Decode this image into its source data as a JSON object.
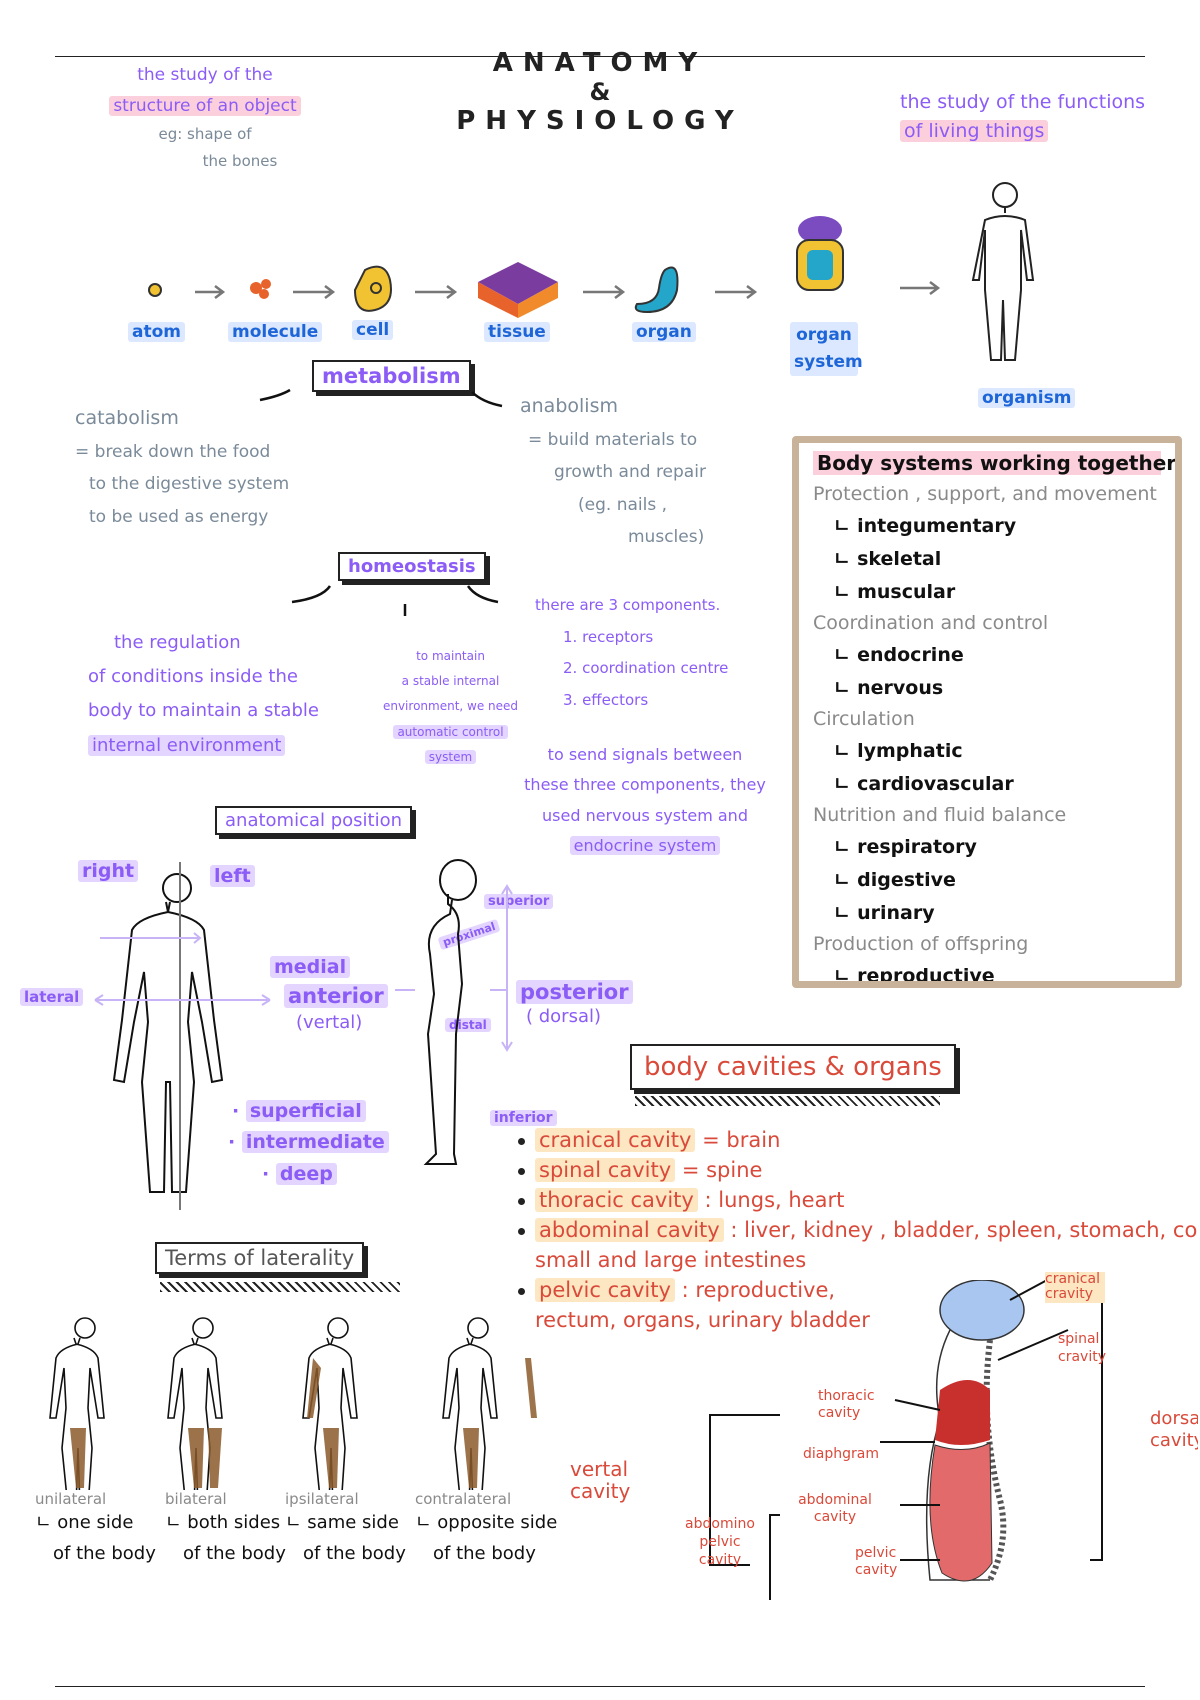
{
  "title": {
    "line1": "ANATOMY",
    "amp": "&",
    "line2": "PHYSIOLOGY"
  },
  "anatomy_def": {
    "l1": "the study of the",
    "l2": "structure of an object",
    "l3": "eg: shape of",
    "l4": "the bones"
  },
  "physiology_def": {
    "l1": "the study of the functions",
    "l2": "of living things"
  },
  "levels": [
    "atom",
    "molecule",
    "cell",
    "tissue",
    "organ",
    "organ system",
    "organism"
  ],
  "metabolism": {
    "title": "metabolism",
    "catabolism": {
      "label": "catabolism",
      "l1": "= break down the food",
      "l2": "to the digestive system",
      "l3": "to be used as energy"
    },
    "anabolism": {
      "label": "anabolism",
      "l1": "= build materials to",
      "l2": "growth and repair",
      "l3": "(eg. nails ,",
      "l4": "muscles)"
    }
  },
  "homeostasis": {
    "title": "homeostasis",
    "def": {
      "l1": "the regulation",
      "l2": "of conditions inside the",
      "l3": "body to maintain a stable",
      "l4": "internal environment"
    },
    "mid": {
      "l1": "to maintain",
      "l2": "a stable internal",
      "l3": "environment, we need",
      "l4": "automatic control",
      "l5": "system"
    },
    "components": {
      "intro": "there are 3 components.",
      "c1": "1. receptors",
      "c2": "2. coordination centre",
      "c3": "3. effectors"
    },
    "signals": {
      "l1": "to send signals between",
      "l2": "these three components, they",
      "l3": "used nervous system and",
      "l4": "endocrine system"
    }
  },
  "body_systems": {
    "title": "Body systems working together",
    "groups": [
      {
        "name": "Protection , support, and movement",
        "items": [
          "integumentary",
          "skeletal",
          "muscular"
        ]
      },
      {
        "name": "Coordination and control",
        "items": [
          "endocrine",
          "nervous"
        ]
      },
      {
        "name": "Circulation",
        "items": [
          "lymphatic",
          "cardiovascular"
        ]
      },
      {
        "name": "Nutrition and fluid balance",
        "items": [
          "respiratory",
          "digestive",
          "urinary"
        ]
      },
      {
        "name": "Production of offspring",
        "items": [
          "reproductive"
        ]
      }
    ]
  },
  "anatomical_position": {
    "title": "anatomical position",
    "right": "right",
    "left": "left",
    "lateral": "lateral",
    "medial": "medial",
    "anterior": "anterior",
    "ventral": "(vertal)",
    "posterior": "posterior",
    "dorsal": "( dorsal)",
    "superior": "superior",
    "inferior": "inferior",
    "proximal": "proximal",
    "distal": "distal",
    "superficial": "superficial",
    "intermediate": "intermediate",
    "deep": "deep"
  },
  "laterality": {
    "title": "Terms of laterality",
    "terms": [
      {
        "label": "unilateral",
        "d1": "one side",
        "d2": "of the body"
      },
      {
        "label": "bilateral",
        "d1": "both sides",
        "d2": "of the body"
      },
      {
        "label": "ipsilateral",
        "d1": "same side",
        "d2": "of the body"
      },
      {
        "label": "contralateral",
        "d1": "opposite side",
        "d2": "of the body"
      }
    ]
  },
  "cavities": {
    "title": "body cavities & organs",
    "items": [
      {
        "name": "cranical cavity",
        "organs": "= brain"
      },
      {
        "name": "spinal cavity",
        "organs": "= spine"
      },
      {
        "name": "thoracic cavity",
        "organs": ": lungs, heart"
      },
      {
        "name": "abdominal cavity",
        "organs": ": liver, kidney , bladder, spleen, stomach, colon"
      },
      {
        "name": "",
        "organs": "small and large intestines"
      },
      {
        "name": "pelvic cavity",
        "organs": ": reproductive,"
      },
      {
        "name": "",
        "organs": "rectum, organs, urinary bladder"
      }
    ],
    "diagram": {
      "cranial": "cranical cravity",
      "spinal": "spinal cravity",
      "thoracic": "thoracic cavity",
      "diaphragm": "diaphgram",
      "abdominal": "abdominal cavity",
      "pelvic": "pelvic cavity",
      "abdominopelvic": "abdomino pelvic cavity",
      "ventral": "vertal cavity",
      "dorsal": "dorsal cavity"
    }
  },
  "colors": {
    "purple": "#8b5cf6",
    "blue": "#1e66d8",
    "red": "#d94a3a",
    "lavender": "#e3d5ff"
  }
}
